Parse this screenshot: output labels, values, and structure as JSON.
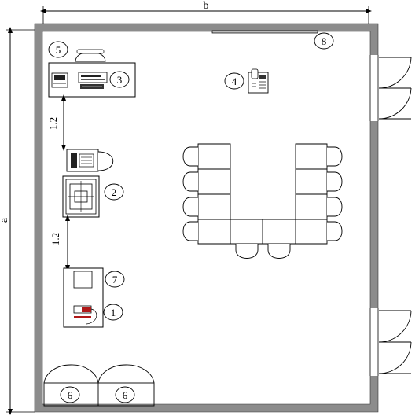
{
  "dimensions": {
    "width_label": "b",
    "height_label": "a",
    "spacing_top": "1.2",
    "spacing_bottom": "1.2"
  },
  "markers": [
    {
      "id": "m1",
      "text": "1"
    },
    {
      "id": "m2",
      "text": "2"
    },
    {
      "id": "m3",
      "text": "3"
    },
    {
      "id": "m4",
      "text": "4"
    },
    {
      "id": "m5",
      "text": "5"
    },
    {
      "id": "m6a",
      "text": "6"
    },
    {
      "id": "m6b",
      "text": "6"
    },
    {
      "id": "m7",
      "text": "7"
    },
    {
      "id": "m8",
      "text": "8"
    }
  ],
  "colors": {
    "wall": "#8c8c8c",
    "line": "#000000",
    "accent_red": "#b01818"
  }
}
